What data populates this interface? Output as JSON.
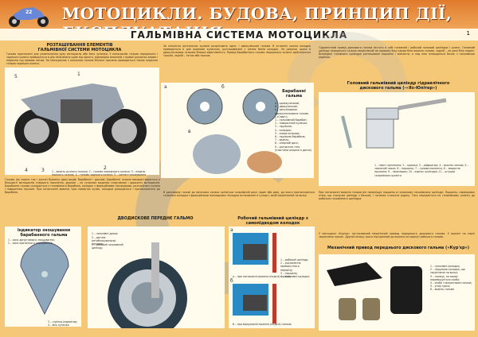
{
  "header": {
    "title": "МОТОЦИКЛИ. БУДОВА, ПРИНЦИП ДІЇ, ЕКСПЛУАТАЦІЯ",
    "logo": "motorcycle-logo-22",
    "subtitle": "ГАЛЬМІВНА СИСТЕМА МОТОЦИКЛА",
    "page": "1"
  },
  "layout": {
    "section1": {
      "heading": "РОЗТАШУВАННЯ ЕЛЕМЕНТІВ ГАЛЬМІВНОЇ СИСТЕМИ МОТОЦИКЛА",
      "intro": "Гальма призначені для уповільнення руху мотоцикла або його зупинки. У мотоциклів гальма переднього і заднього колеса приводяться в дію незалежно одне від одного, відповідно важелем з правої рукоятки керма і педаллю під правою ногою. На мотоциклах з коляскою гальмо бічного причепа приводиться також педаллю гальма заднього колеса.",
      "labels": [
        "5",
        "1",
        "4",
        "3",
        "2"
      ],
      "caption": "1 – важіль ручного гальма; 2 – гальмо переднього колеса; 3 – педаль ножного гальма; 4 – гальмо заднього колеса; 5 – сигнал гальмування",
      "body": "Гальмо (як ножне так і ручне) бувають двох видів: барабанні і дискові. Барабанні гальма використовуються в більшості мотоциклів старшого покоління, дискові – на сучасних моделях спортивних і дорожніх мотоциклів. Барабанне гальмо складається з гальмівного барабана, колодок з фрикційними накладками, розтискного кулака і поворотних пружин. При натисканні важеля трос повертає кулак, колодки розходяться і притискаються до барабана."
    },
    "section2": {
      "heading": "Барабанні гальма",
      "intro": "За кількістю розтискних кулаків розрізняють одно- і двокулачкові гальма. В останніх кожна колодка приводиться в дію окремим кулачком, розташованим з різних боків колодок. За рахунок цього в двокулачкових гальмах більша ефективність. Привід барабанного гальма переднього колеса здійснюється тросом, задній – тягою або тросом.",
      "diagram_labels": [
        "а",
        "б",
        "в"
      ],
      "legend": [
        "а – однокулачкові;",
        "б – двокулачкові;",
        "в – деталізоване однокулачкового гальма (-«Сова»);",
        "1 – гальмівний барабан;",
        "2 – поворотний кулачок;",
        "3 – пружина;",
        "4 – колодки;",
        "5 – опора колодок;",
        "6 – пружина барабана;",
        "7 – важіль;",
        "8 – опорний диск;",
        "9 – розтискна тяга (пластини опорного диска)"
      ],
      "body": "В дисковому гальмі до маточини колеса кріпиться гальмівний диск (один або два), до якого притискаються гальмівні колодки з фрикційними накладками. Колодки встановлені в супорті, який закріплений на вилці."
    },
    "section3": {
      "heading": "Головний гальмівний циліндр гідравлічного дискового гальма (-«Ях-Юпітер»)",
      "intro": "Гідравлічний привід дискового гальма містить в собі головний і робочий гальмові циліндри і шланг. Головний циліндр переднього гальма закріплений на правому боці керма біля важеля гальма, задній – на рамі біля педалі. Всередині головного циліндра розташовані поршень і манжети, а над ним знаходиться бачок з гальмівною рідиною.",
      "labels": [
        "1",
        "2",
        "3",
        "4",
        "5",
        "6",
        "7",
        "8",
        "9",
        "10",
        "11"
      ],
      "legend": "1 – гвинт кріплення; 2 – кришка; 3 – діафрагма; 4 – важіль гальма; 5 – захисний чохол; 6 – поршень; 7 – гумова манжета; 8 – зворотна пружина; 9 – прокладка; 10 – корпус циліндра; 11 – штуцер гальмівного шланга",
      "body": "При натисканні важеля гальма він переміщує поршень в головному гальмівному циліндрі. Поршень, перекриває отвір, що сполучає циліндр з бачком, і починає стискати рідину. Тиск передається по гальмівному шлангу до робочого гальмівного циліндра."
    },
    "section4": {
      "heading": "Індикатор зношування барабанного гальма",
      "legend": [
        "1 – зона допустимого зношування;",
        "2 – зона критичного зношування;",
        "3 – стрілка-індикатор;",
        "4 – вісь кулачка"
      ],
      "labels": [
        "1",
        "2",
        "3",
        "4"
      ]
    },
    "section5": {
      "heading": "ДВОДИСКОВЕ ПЕРЕДНЄ ГАЛЬМО",
      "legend": [
        "1 – гальмівні диски;",
        "2 – датчик антиблокувальної системи;",
        "3 – робочий гальмівний циліндр"
      ],
      "labels": [
        "1",
        "2",
        "3"
      ]
    },
    "section6": {
      "heading": "Робочий гальмівний циліндр з самопідводом колодок",
      "labels": [
        "а",
        "б"
      ],
      "legend": [
        "1 – робочий циліндр;",
        "2 – ущільнення прямокутного перерізу;",
        "3 – поршень;",
        "4 – гальмівні колодки"
      ],
      "caption_a": "а – при натисканні важеля (педалі) гальма",
      "caption_b": "б – при відпусканні важеля (педалі) гальма"
    },
    "section7": {
      "heading": "Механічний привод переднього дискового гальма («Кур'єр»)",
      "intro": "У мотоциклі «Кур'єр» застосований механічний привод переднього дискового гальма. У важелі на керлі закріплено тросик. Другий кінець троса під'єднаний до важеля на корпусі робочого гальма.",
      "legend": [
        "1 – гальмівні колодки;",
        "2 – нерухома колодка, що закріплена на вилці;",
        "3 – палець, по якому переміщується скоба;",
        "4 – скоба з механізмом гальма;",
        "5 – упор троса;",
        "6 – важіль гальма"
      ],
      "labels": [
        "1",
        "2",
        "3",
        "4",
        "5",
        "6"
      ]
    }
  },
  "colors": {
    "header": "#e07a2c",
    "background": "#f5c877",
    "panel": "#fffbed",
    "watermark": "#6a8fcf"
  }
}
